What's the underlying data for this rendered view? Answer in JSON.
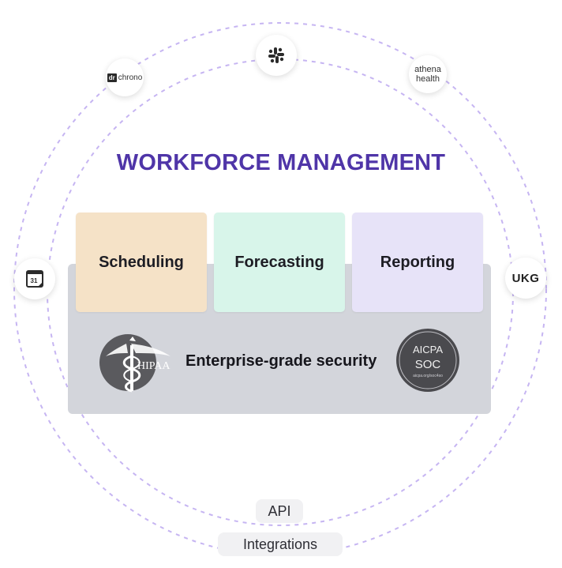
{
  "title": "WORKFORCE MANAGEMENT",
  "modules": [
    {
      "label": "Scheduling"
    },
    {
      "label": "Forecasting"
    },
    {
      "label": "Reporting"
    }
  ],
  "security": {
    "label": "Enterprise-grade security",
    "hipaa_badge": "HIPAA",
    "aicpa_badge": {
      "line1": "AICPA",
      "line2": "SOC",
      "small": "aicpa.org/soc4so"
    }
  },
  "integration_logos": {
    "drchrono": {
      "prefix": "dr",
      "name": "chrono"
    },
    "slack": {
      "icon": "slack-icon"
    },
    "athena": {
      "line1": "athena",
      "line2": "health"
    },
    "google_calendar": {
      "icon": "calendar-icon",
      "day": "31"
    },
    "ukg": {
      "name": "UKG"
    }
  },
  "pills": {
    "api": "API",
    "integrations": "Integrations"
  },
  "colors": {
    "title": "#4f35a8",
    "ring": "#c6b5f2",
    "scheduling": "#f5e2c7",
    "forecasting": "#d8f5ea",
    "reporting": "#e7e3f8",
    "security_panel": "#d3d5db"
  }
}
